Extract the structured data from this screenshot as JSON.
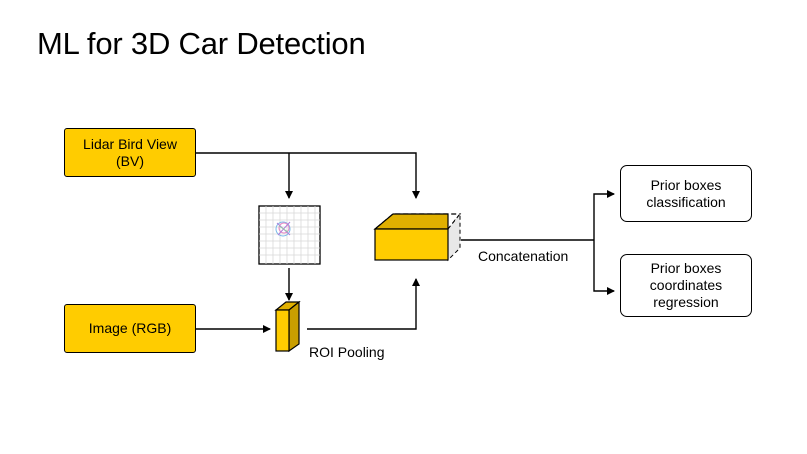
{
  "title": "ML for 3D Car Detection",
  "nodes": {
    "lidar": "Lidar Bird View\n(BV)",
    "image": "Image (RGB)",
    "cls": "Prior boxes\nclassification",
    "reg": "Prior boxes\ncoordinates\nregression"
  },
  "labels": {
    "roi": "ROI Pooling",
    "concat": "Concatenation"
  },
  "colors": {
    "accent": "#FFCC00",
    "accent_dark": "#E0B000",
    "line": "#000000"
  }
}
